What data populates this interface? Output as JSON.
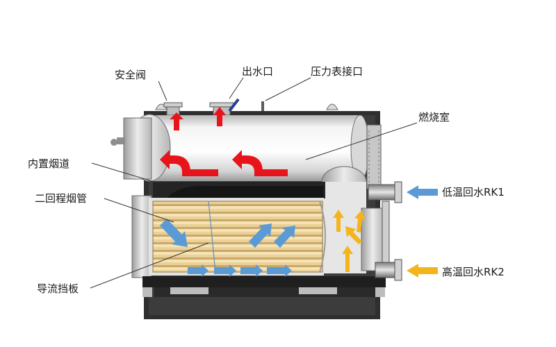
{
  "labels": {
    "safety_valve": "安全阀",
    "water_outlet": "出水口",
    "pressure_gauge_port": "压力表接口",
    "combustion_chamber": "燃烧室",
    "built_in_flue": "内置烟道",
    "second_pass_smoke_tubes": "二回程烟管",
    "low_temp_return": "低温回水RK1",
    "high_temp_return": "高温回水RK2",
    "flow_baffle": "导流挡板"
  },
  "colors": {
    "hot_flow_arrow": "#e8141b",
    "smoke_flow_arrow": "#5b9bd5",
    "return_flow_arrow": "#f3b51b",
    "tube_bundle": "#e9cf97",
    "shell_dark": "#2b2b2b",
    "shell_light": "#eeeeee"
  }
}
